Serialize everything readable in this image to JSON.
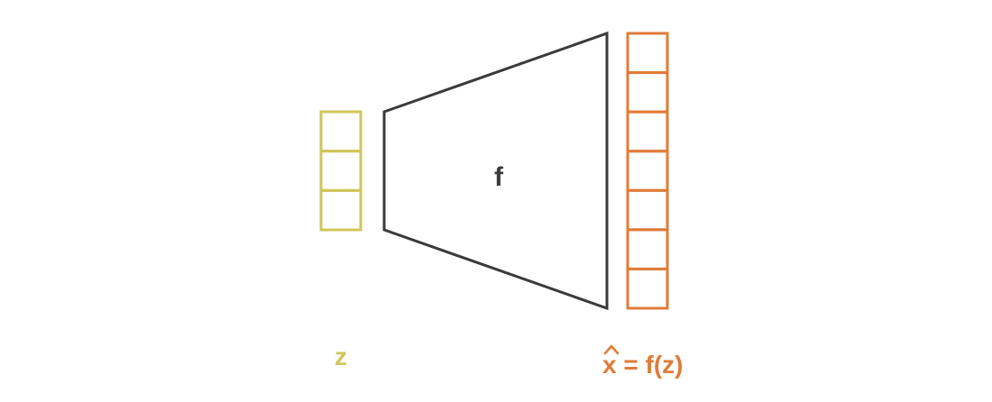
{
  "diagram": {
    "function_label": "f",
    "input": {
      "label": "z",
      "cells": 3,
      "color": "#cfc65a"
    },
    "output": {
      "label_hat_symbol": "x",
      "label_rest": " = f(z)",
      "cells": 7,
      "color": "#e07b39"
    },
    "function_color": "#3a3a3a"
  }
}
